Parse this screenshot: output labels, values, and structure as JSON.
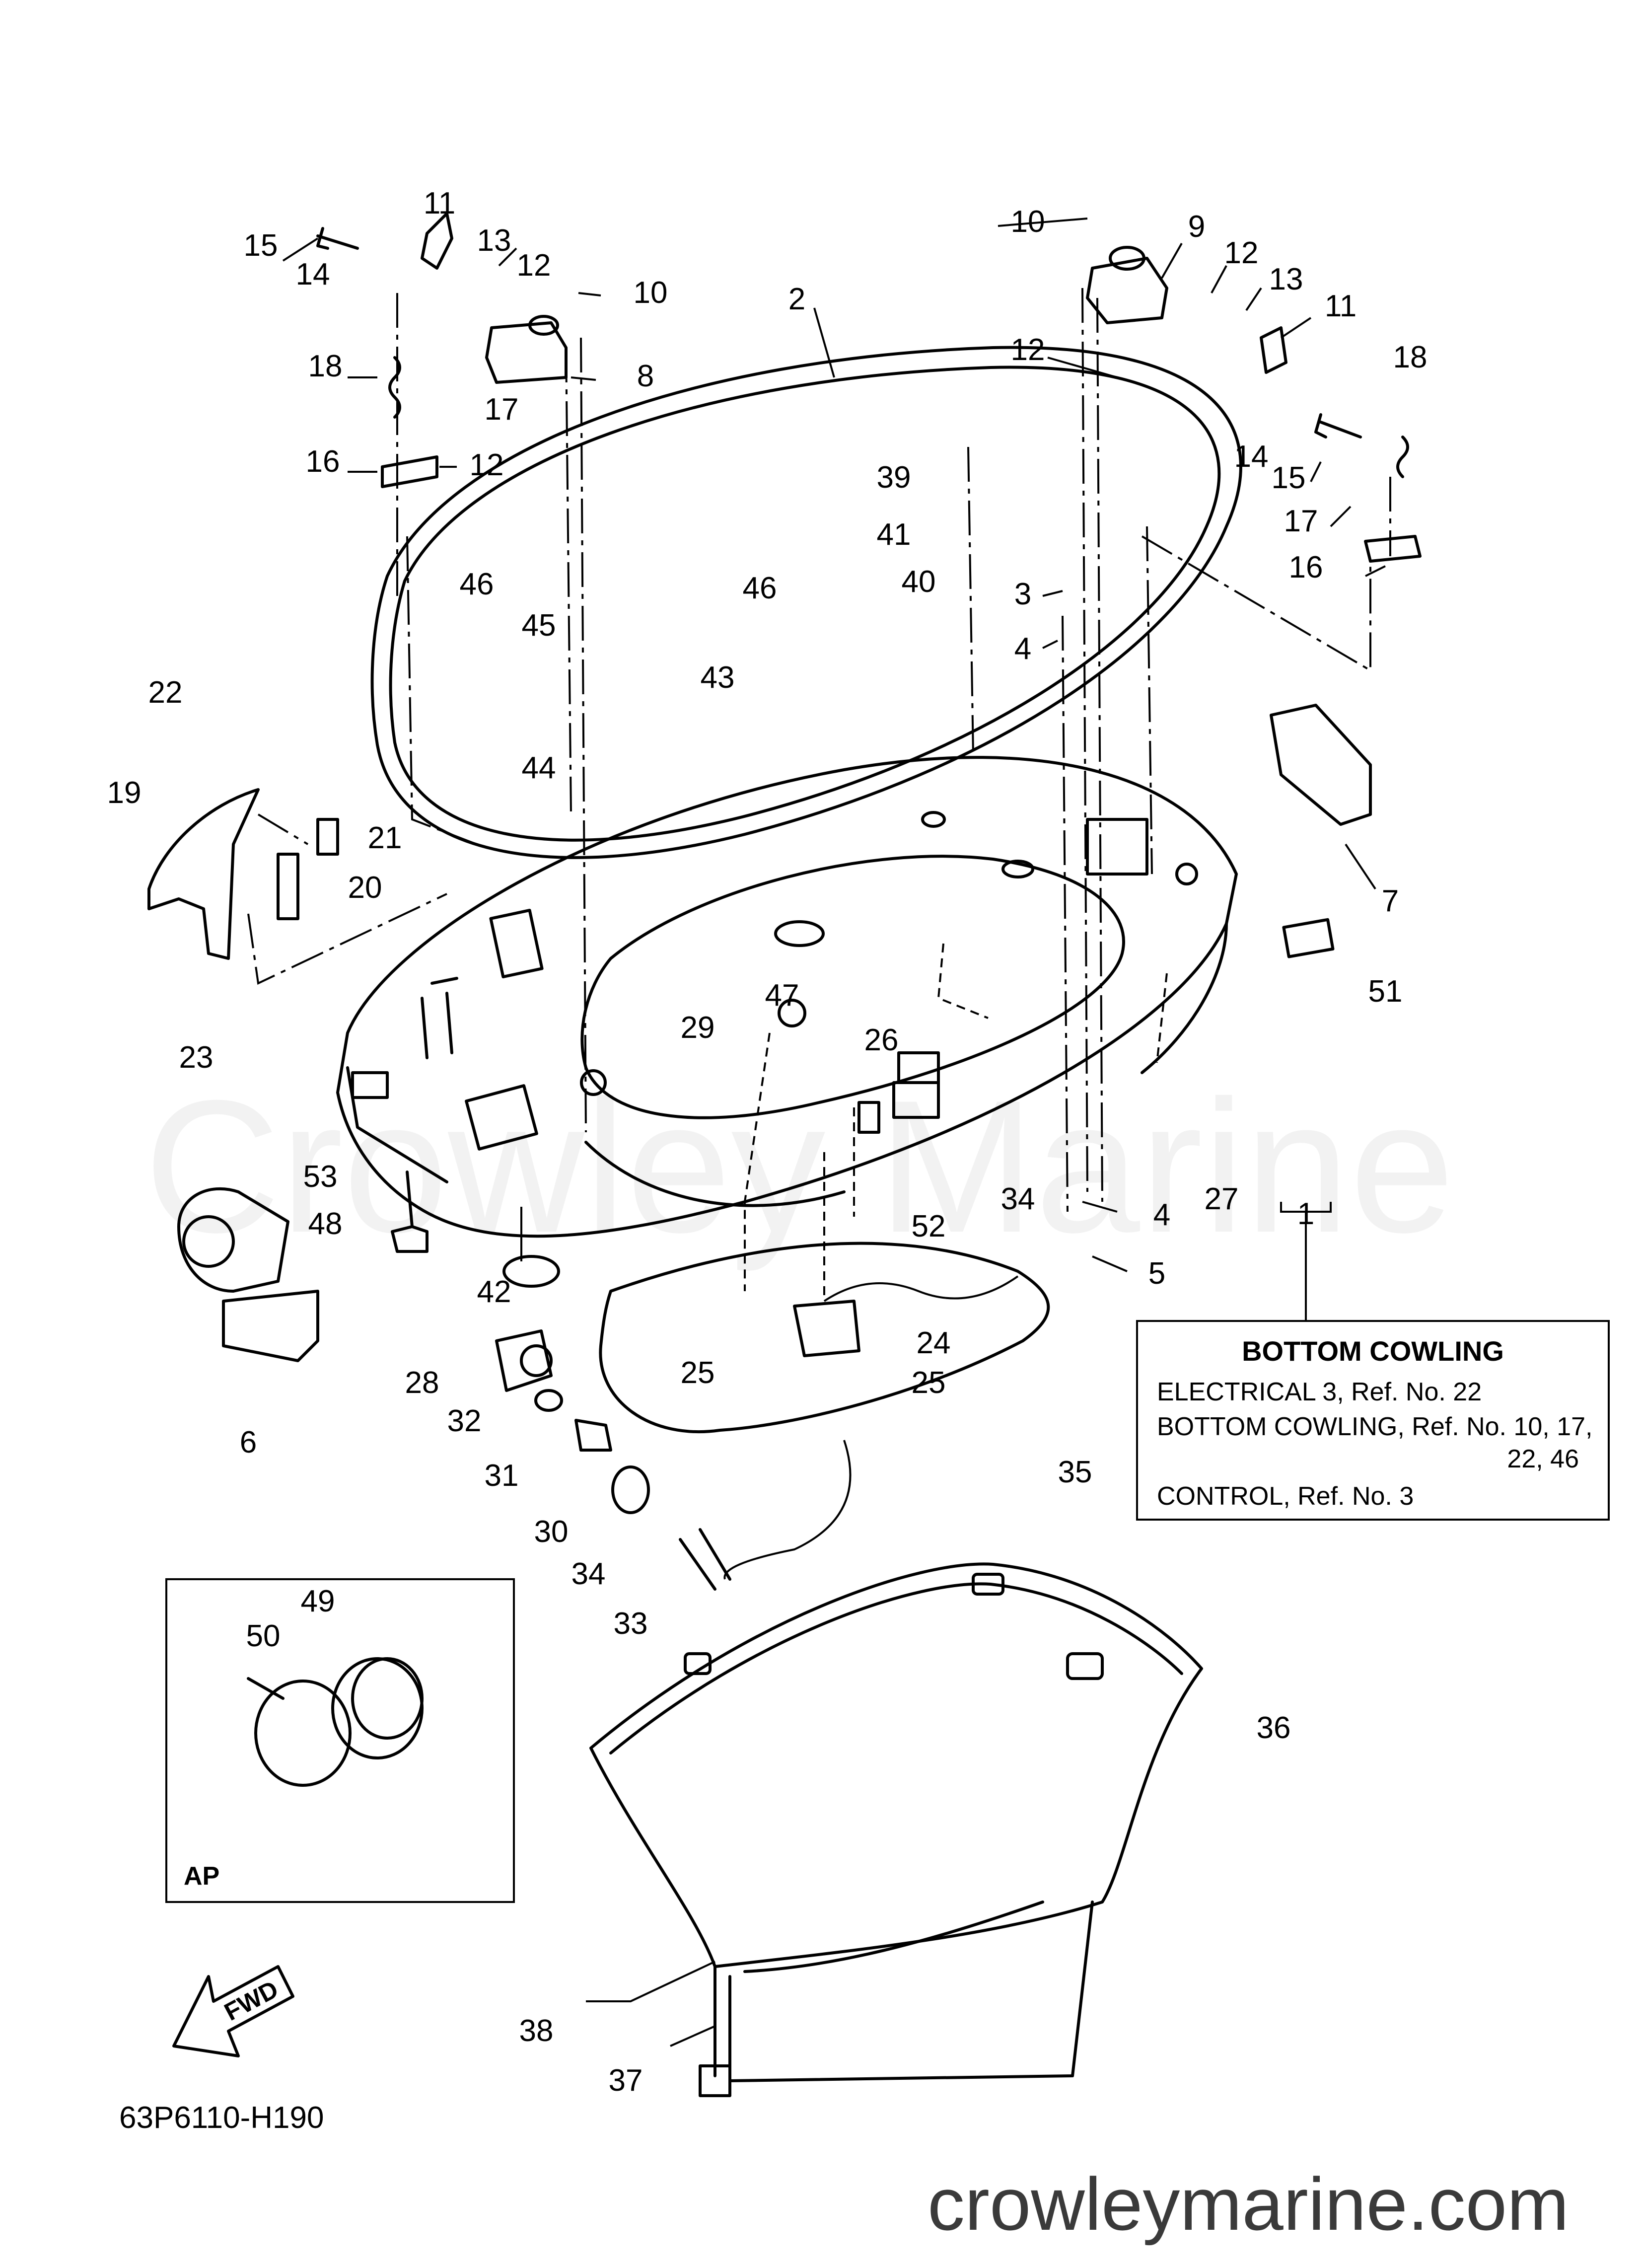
{
  "watermark": "Crowley Marine",
  "brand_url": "crowleymarine.com",
  "diagram_code": "63P6110-H190",
  "fwd_label": "FWD",
  "inset_label": "AP",
  "note_table": {
    "title": "BOTTOM COWLING",
    "rows": [
      "ELECTRICAL 3,  Ref. No. 22",
      "BOTTOM COWLING,  Ref. No. 10, 17,",
      "22, 46",
      "CONTROL,  Ref. No. 3"
    ]
  },
  "callouts": [
    "1",
    "2",
    "3",
    "4",
    "4",
    "5",
    "6",
    "7",
    "8",
    "9",
    "10",
    "10",
    "11",
    "11",
    "12",
    "12",
    "12",
    "12",
    "13",
    "13",
    "14",
    "14",
    "15",
    "15",
    "16",
    "16",
    "17",
    "17",
    "18",
    "18",
    "19",
    "20",
    "21",
    "22",
    "23",
    "24",
    "25",
    "25",
    "26",
    "27",
    "28",
    "29",
    "30",
    "31",
    "32",
    "33",
    "34",
    "34",
    "35",
    "36",
    "37",
    "38",
    "39",
    "40",
    "41",
    "42",
    "43",
    "44",
    "45",
    "46",
    "46",
    "47",
    "48",
    "49",
    "50",
    "51",
    "52",
    "53"
  ]
}
